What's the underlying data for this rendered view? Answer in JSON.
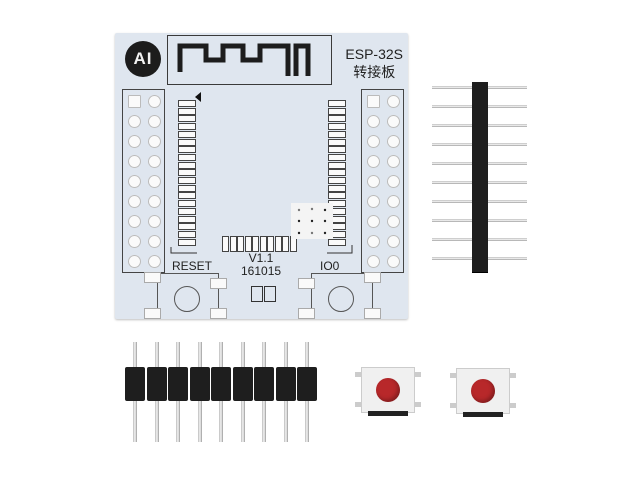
{
  "board": {
    "logo_text": "AI",
    "model": "ESP-32S",
    "subtitle": "转接板",
    "version": "V1.1",
    "date_code": "161015",
    "button_left_label": "RESET",
    "button_right_label": "IO0",
    "color": "#dfe6ef"
  },
  "components": {
    "vertical_pin_header_count": 10,
    "horizontal_pin_header_count": 9,
    "tact_switch_count": 2,
    "tact_cap_color": "#b8282a"
  }
}
